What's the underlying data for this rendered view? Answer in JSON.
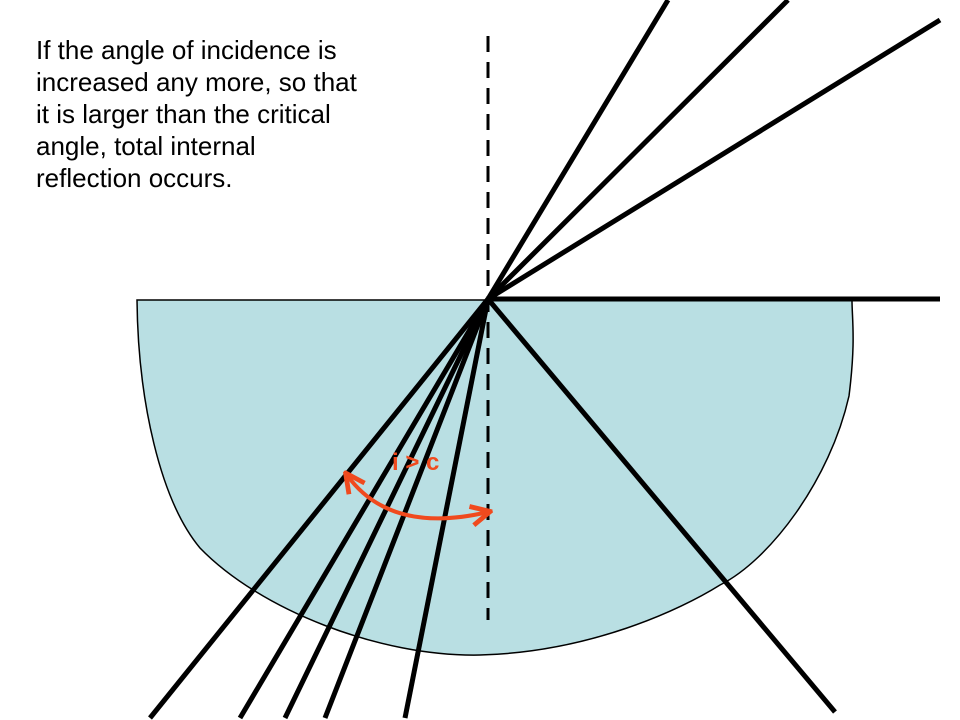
{
  "caption": {
    "lines": [
      "If the angle of incidence is",
      "increased any more, so that",
      "it is larger than the critical",
      "angle, total internal",
      "reflection occurs."
    ]
  },
  "angle_label": "i > c",
  "colors": {
    "glass_fill": "#b9dfe3",
    "glass_outline": "#000000",
    "ray": "#000000",
    "normal": "#000000",
    "angle_arrow": "#f04a1e"
  }
}
